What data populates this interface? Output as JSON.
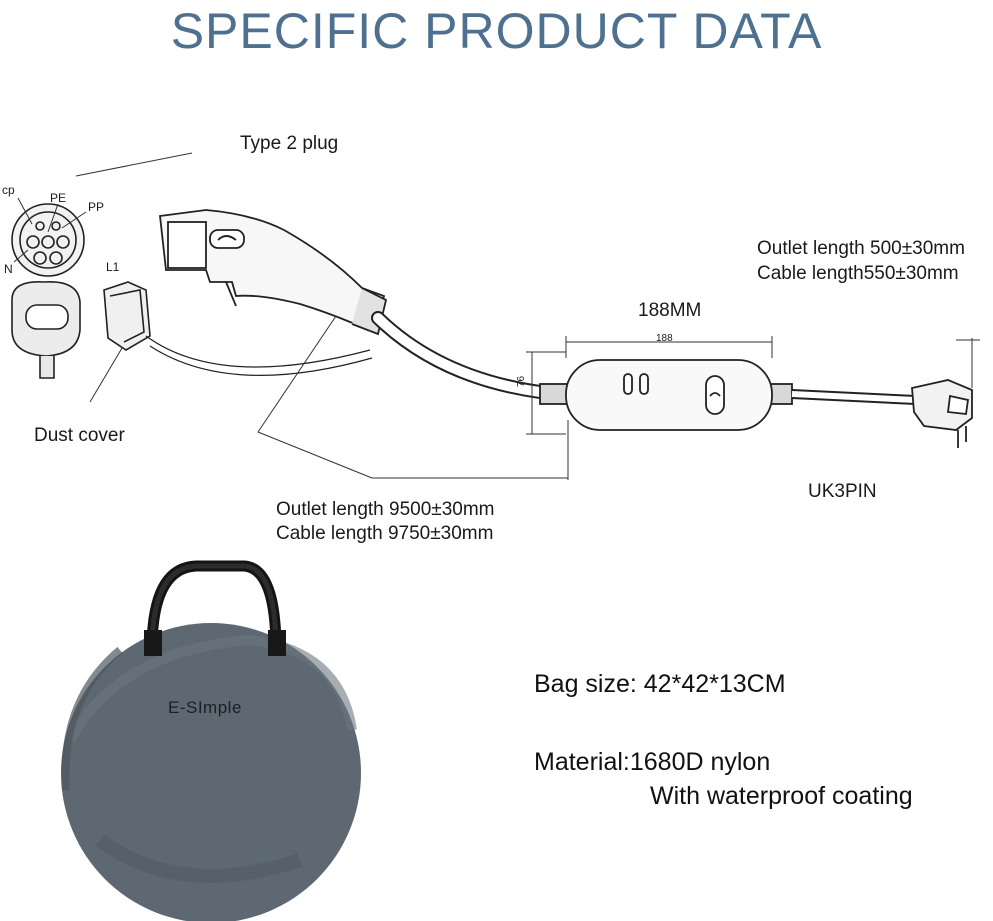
{
  "title": "SPECIFIC PRODUCT DATA",
  "plug": {
    "type_label": "Type 2 plug",
    "pins": {
      "cp": "cp",
      "pe": "PE",
      "pp": "PP",
      "n": "N",
      "l1": "L1"
    },
    "dust_cover": "Dust cover"
  },
  "box": {
    "width_label": "188MM",
    "dim_width": "188",
    "dim_height": "76"
  },
  "outlet_short": {
    "line1": "Outlet length 500±30mm",
    "line2": "Cable length550±30mm"
  },
  "outlet_long": {
    "line1": "Outlet length 9500±30mm",
    "line2": "Cable length 9750±30mm"
  },
  "uk_plug": "UK3PIN",
  "bag": {
    "brand": "E-SImple",
    "size": "Bag size: 42*42*13CM",
    "material": "Material:1680D nylon",
    "coating": "With waterproof coating"
  },
  "colors": {
    "title": "#4f7190",
    "bag": "#5e6872"
  }
}
